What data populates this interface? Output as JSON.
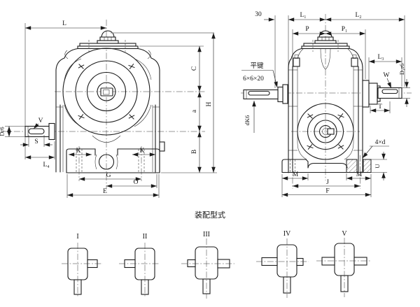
{
  "drawing": {
    "front_view": {
      "L": "L",
      "C": "C",
      "a": "a",
      "H": "H",
      "B": "B",
      "K_left": "K",
      "K_right": "K",
      "G": "G",
      "O": "O",
      "E": "E",
      "V": "V",
      "S": "S",
      "L4": "L₄",
      "D": "Dr6"
    },
    "side_view": {
      "d30": "30",
      "L1": "L₁",
      "L2": "L₂",
      "P": "P",
      "P1": "P₁",
      "L3": "L₃",
      "W": "W",
      "D1": "D₁r6",
      "T": "T",
      "dk": "dK6",
      "bolts": "4×d",
      "U": "U",
      "M_left": "M",
      "M_right": "M",
      "J": "J",
      "F": "F",
      "key_label": "平键",
      "key_size": "6×6×20"
    },
    "assembly": {
      "title": "装配型式",
      "variants": [
        {
          "label": "I"
        },
        {
          "label": "II"
        },
        {
          "label": "III"
        },
        {
          "label": "IV"
        },
        {
          "label": "V"
        }
      ]
    }
  }
}
